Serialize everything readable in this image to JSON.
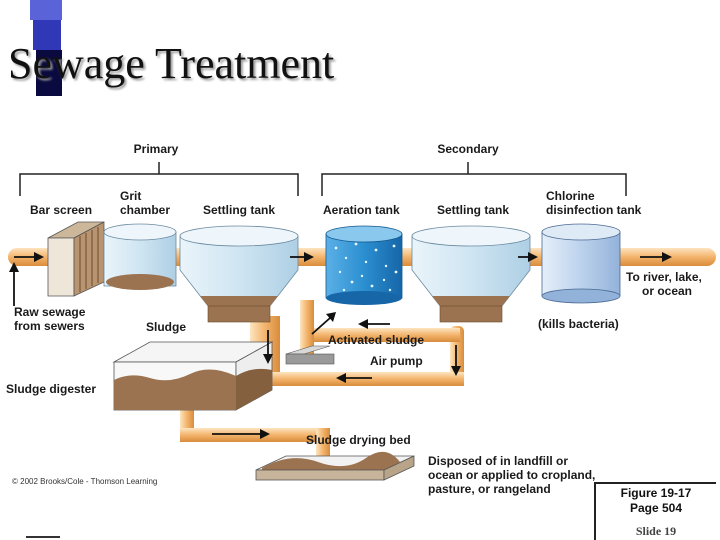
{
  "title": "Sewage Treatment",
  "sections": {
    "primary": "Primary",
    "secondary": "Secondary"
  },
  "labels": {
    "bar_screen": "Bar screen",
    "grit_1": "Grit",
    "grit_2": "chamber",
    "settling_tank_1": "Settling tank",
    "aeration_tank": "Aeration tank",
    "settling_tank_2": "Settling tank",
    "chlorine_1": "Chlorine",
    "chlorine_2": "disinfection tank",
    "river_1": "To river, lake,",
    "river_2": "or ocean",
    "raw_1": "Raw sewage",
    "raw_2": "from sewers",
    "sludge": "Sludge",
    "activated_sludge": "Activated sludge",
    "kills_bacteria": "(kills bacteria)",
    "air_pump": "Air pump",
    "sludge_digester": "Sludge digester",
    "sludge_drying_bed": "Sludge drying bed",
    "disposed_1": "Disposed of in landfill or",
    "disposed_2": "ocean or applied to cropland,",
    "disposed_3": "pasture, or rangeland",
    "copyright": "© 2002 Brooks/Cole - Thomson Learning"
  },
  "figure": {
    "line1": "Figure 19-17",
    "line2": "Page 504",
    "slide": "Slide 19"
  },
  "colors": {
    "pipe": "#f3b46c",
    "tank_water": "#cfe5f2",
    "sludge": "#9b7350",
    "aeration_water": "#2b8fd0",
    "arrow": "#111111"
  }
}
